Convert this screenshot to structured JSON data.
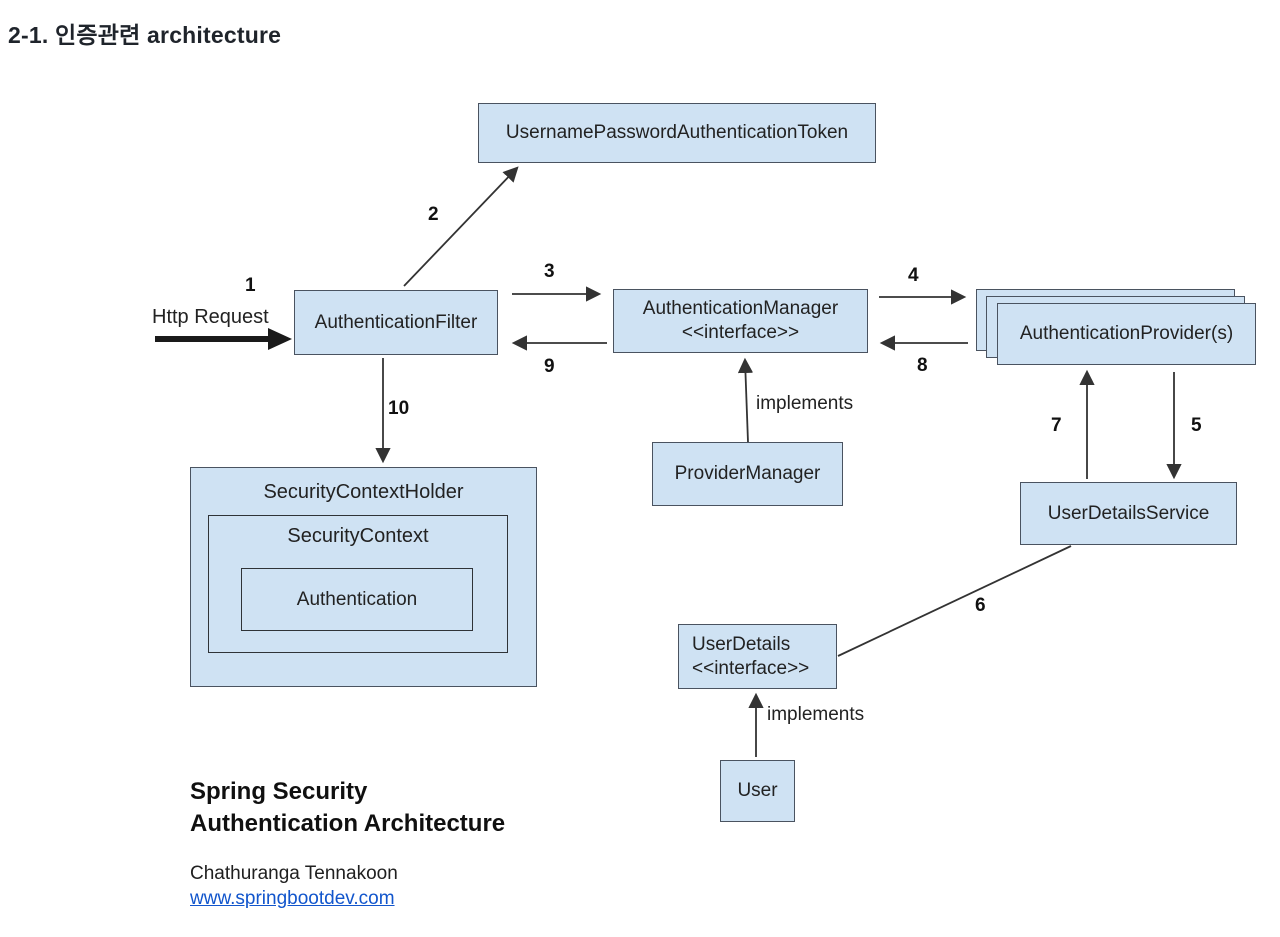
{
  "page": {
    "title": "2-1. 인증관련 architecture"
  },
  "colors": {
    "box_fill": "#cfe2f3",
    "box_border": "#4a5360",
    "arrow": "#333333",
    "link_blue": "#1155cc"
  },
  "diagram": {
    "boxes": {
      "token": {
        "label": "UsernamePasswordAuthenticationToken"
      },
      "filter": {
        "label": "AuthenticationFilter"
      },
      "manager": {
        "line1": "AuthenticationManager",
        "line2": "<<interface>>"
      },
      "providers": {
        "label": "AuthenticationProvider(s)"
      },
      "provider_manager": {
        "label": "ProviderManager"
      },
      "holder": {
        "label": "SecurityContextHolder"
      },
      "context": {
        "label": "SecurityContext"
      },
      "authentication": {
        "label": "Authentication"
      },
      "service": {
        "label": "UserDetailsService"
      },
      "user_details": {
        "line1": "UserDetails",
        "line2": "<<interface>>"
      },
      "user": {
        "label": "User"
      }
    },
    "steps": {
      "s1": "1",
      "s2": "2",
      "s3": "3",
      "s4": "4",
      "s5": "5",
      "s6": "6",
      "s7": "7",
      "s8": "8",
      "s9": "9",
      "s10": "10"
    },
    "labels": {
      "http_request": "Http Request",
      "implements_top": "implements",
      "implements_bottom": "implements"
    }
  },
  "footer": {
    "line1": "Spring Security",
    "line2": "Authentication Architecture",
    "author": "Chathuranga Tennakoon",
    "link": "www.springbootdev.com"
  }
}
